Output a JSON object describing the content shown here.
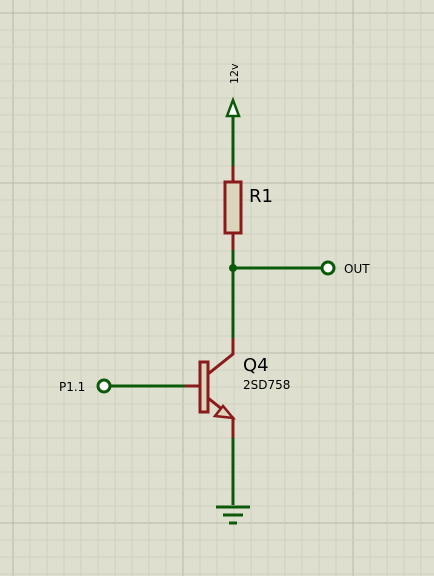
{
  "schematic": {
    "power": {
      "label": "12v"
    },
    "resistor": {
      "ref": "R1"
    },
    "transistor": {
      "ref": "Q4",
      "part": "2SD758"
    },
    "ports": {
      "output": {
        "label": "OUT"
      },
      "input": {
        "label": "P1.1"
      }
    }
  },
  "colors": {
    "background": "#dedfcf",
    "grid_minor": "#cfd0c0",
    "grid_major": "#b9baa9",
    "wire": "#0a5a0a",
    "component": "#8b1a1a",
    "component_fill": "#d9d6bc",
    "text": "#000000"
  }
}
